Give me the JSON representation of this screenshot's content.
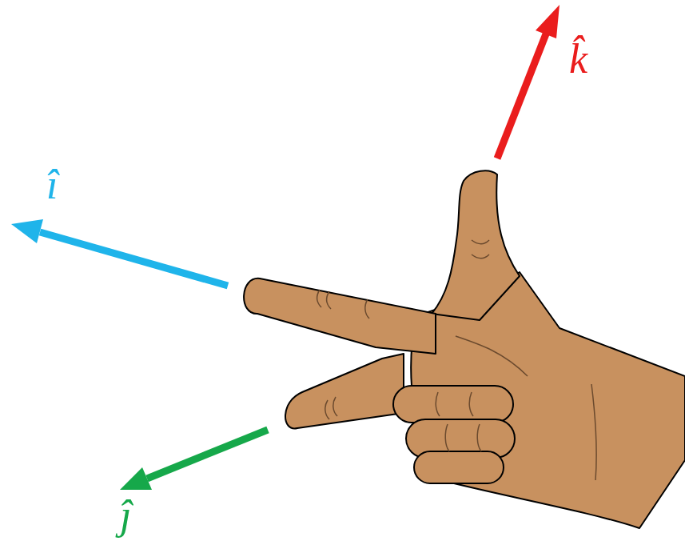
{
  "diagram": {
    "labels": [
      "î",
      "ĵ",
      "k̂"
    ]
  }
}
